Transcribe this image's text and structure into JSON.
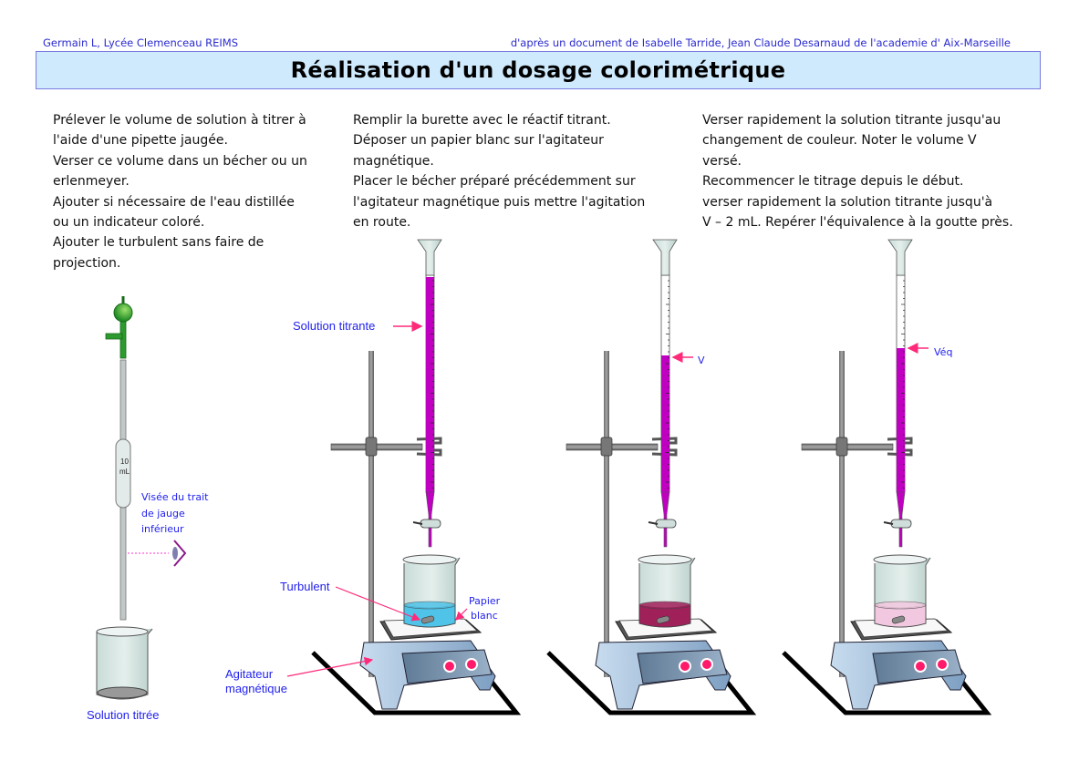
{
  "header": {
    "credit_left": "Germain L, Lycée Clemenceau REIMS",
    "credit_right": "d'après un document de Isabelle Tarride, Jean Claude Desarnaud de l'academie d' Aix-Marseille",
    "title": "Réalisation d'un dosage colorimétrique"
  },
  "steps": [
    {
      "lines": [
        "Prélever le volume de solution à titrer à",
        "l'aide d'une pipette jaugée.",
        "Verser ce volume dans un bécher ou un",
        "erlenmeyer.",
        "Ajouter si nécessaire de l'eau distillée",
        "ou un indicateur coloré.",
        "Ajouter le turbulent sans faire de",
        "projection."
      ]
    },
    {
      "lines": [
        "Remplir la burette avec le réactif titrant.",
        "Déposer un papier blanc sur l'agitateur",
        "magnétique.",
        "Placer le bécher préparé précédemment sur",
        "l'agitateur magnétique puis mettre l'agitation",
        "en route."
      ]
    },
    {
      "lines": [
        "Verser rapidement la solution titrante jusqu'au",
        "changement de couleur. Noter le volume V",
        "versé.",
        "Recommencer le titrage depuis le début.",
        "verser rapidement la solution titrante jusqu'à",
        "V – 2 mL. Repérer l'équivalence à la goutte près."
      ]
    }
  ],
  "labels": {
    "pipette_volume_1": "10",
    "pipette_volume_2": "mL",
    "visee_1": "Visée du trait",
    "visee_2": "de jauge",
    "visee_3": "inférieur",
    "solution_titree": "Solution titrée",
    "solution_titrante": "Solution titrante",
    "turbulent": "Turbulent",
    "papier_1": "Papier",
    "papier_2": "blanc",
    "agitateur_1": "Agitateur",
    "agitateur_2": "magnétique",
    "v": "V",
    "veq": "Véq"
  },
  "colors": {
    "titrant": "#c000c0",
    "solution_before": "#4fc3e8",
    "solution_after_excess": "#a0205a",
    "solution_equivalence": "#f2c8e0",
    "label_text": "#2222ee",
    "arrow": "#ff2a7a",
    "title_box": "#cfeafc"
  },
  "burettes": [
    {
      "name": "initial",
      "titrant_level_fraction": 0.98
    },
    {
      "name": "after-V",
      "titrant_level_fraction": 0.72
    },
    {
      "name": "at-Veq",
      "titrant_level_fraction": 0.75
    }
  ]
}
